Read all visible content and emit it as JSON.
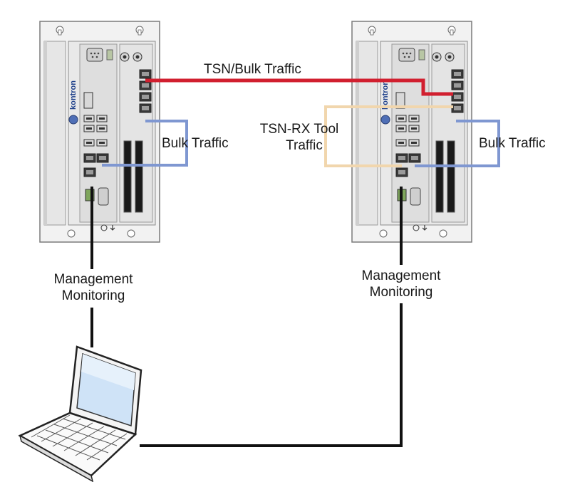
{
  "labels": {
    "tsn_bulk": "TSN/Bulk Traffic",
    "bulk_left": "Bulk Traffic",
    "bulk_right": "Bulk Traffic",
    "tsn_rx_line1": "TSN-RX Tool",
    "tsn_rx_line2": "Traffic",
    "mgmt_left_line1": "Management",
    "mgmt_left_line2": "Monitoring",
    "mgmt_right_line1": "Management",
    "mgmt_right_line2": "Monitoring"
  },
  "device_brand": "kontron",
  "colors": {
    "tsn_cable": "#d11f2f",
    "bulk_cable": "#7f97d1",
    "tsn_rx_cable": "#f1d6ad",
    "mgmt_cable": "#111111",
    "chassis": "#ececec",
    "brand_text": "#1d3f8a"
  }
}
